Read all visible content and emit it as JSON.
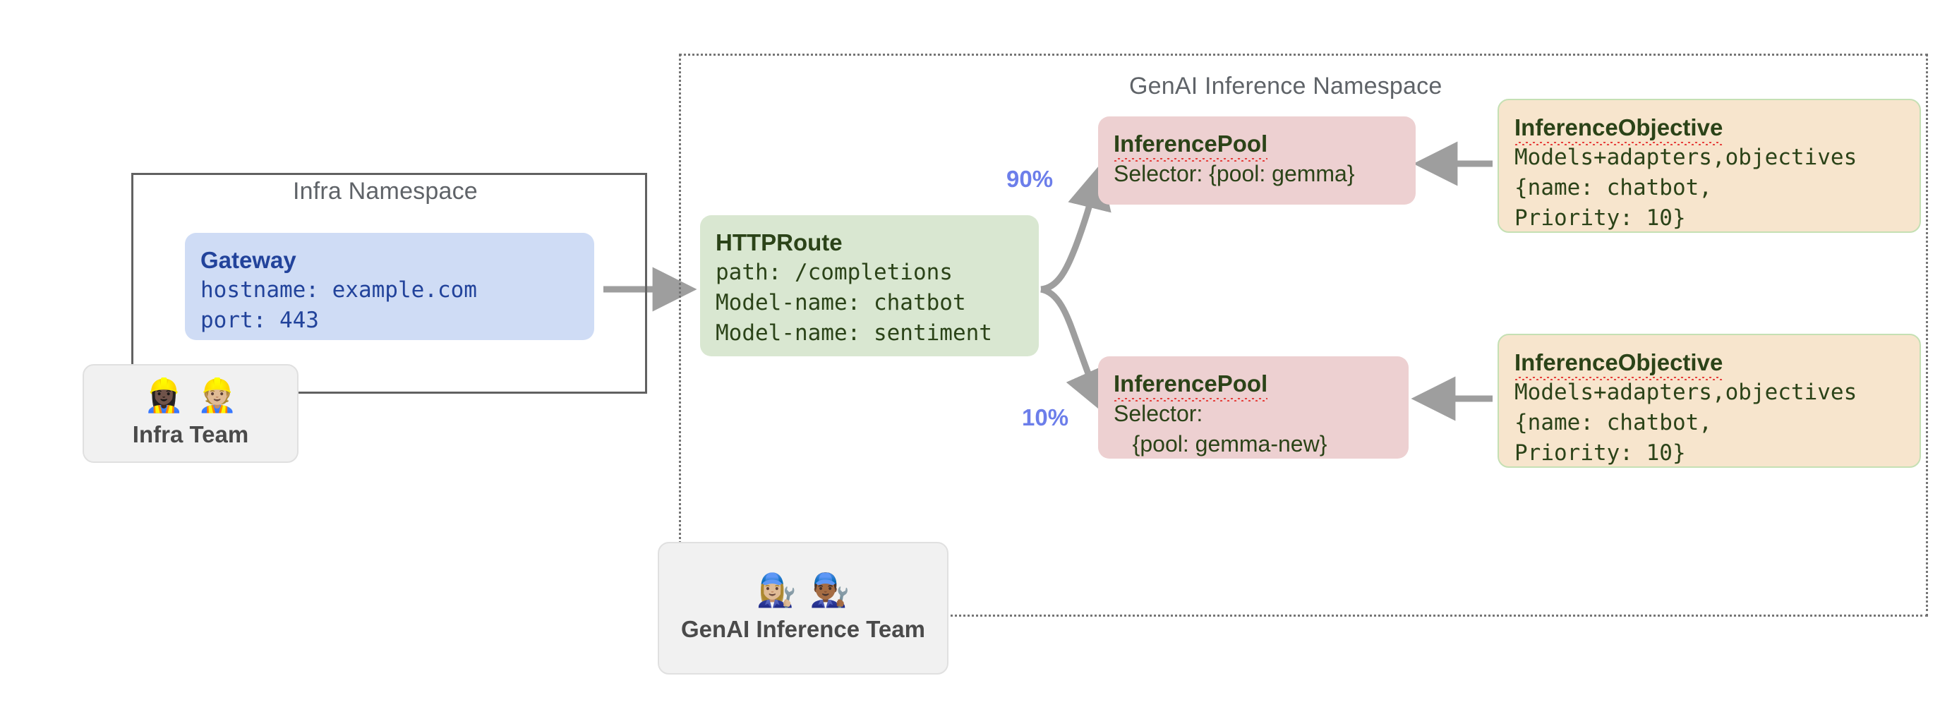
{
  "diagram": {
    "namespaces": [
      {
        "id": "infra",
        "label": "Infra Namespace",
        "border": "solid"
      },
      {
        "id": "genai",
        "label": "GenAI Inference Namespace",
        "border": "dotted"
      }
    ],
    "nodes": {
      "gateway": {
        "title": "Gateway",
        "lines": [
          "hostname: example.com",
          "port: 443"
        ],
        "color": "#CFDCF5",
        "text_color": "#22439B"
      },
      "httproute": {
        "title": "HTTPRoute",
        "lines": [
          "path: /completions",
          "Model-name: chatbot",
          "Model-name: sentiment"
        ],
        "color": "#D9E7D1",
        "text_color": "#2B4318"
      },
      "pool_gemma": {
        "title": "InferencePool",
        "lines": [
          "Selector: {pool: gemma}"
        ],
        "color": "#EDD0D1",
        "text_color": "#2B4318"
      },
      "pool_gemma_new": {
        "title": "InferencePool",
        "lines": [
          "Selector:",
          "   {pool: gemma-new}"
        ],
        "color": "#EDD0D1",
        "text_color": "#2B4318"
      },
      "objective_top": {
        "title": "InferenceObjective",
        "lines": [
          "Models+adapters,objectives",
          "{name: chatbot,",
          "Priority: 10}"
        ],
        "color": "#F7E5CD",
        "text_color": "#2B4318"
      },
      "objective_bottom": {
        "title": "InferenceObjective",
        "lines": [
          "Models+adapters,objectives",
          "{name: chatbot,",
          "Priority: 10}"
        ],
        "color": "#F7E5CD",
        "text_color": "#2B4318"
      }
    },
    "teams": [
      {
        "id": "infra-team",
        "label": "Infra Team",
        "faces": "👷🏿‍♀️👷🏼"
      },
      {
        "id": "genai-team",
        "label": "GenAI Inference Team",
        "faces": "👩🏼‍🔧👨🏾‍🔧"
      }
    ],
    "edge_labels": [
      {
        "id": "weight-top",
        "text": "90%",
        "color": "#6C7EEA"
      },
      {
        "id": "weight-bottom",
        "text": "10%",
        "color": "#6C7EEA"
      }
    ],
    "edge_color": "#9E9E9E"
  }
}
